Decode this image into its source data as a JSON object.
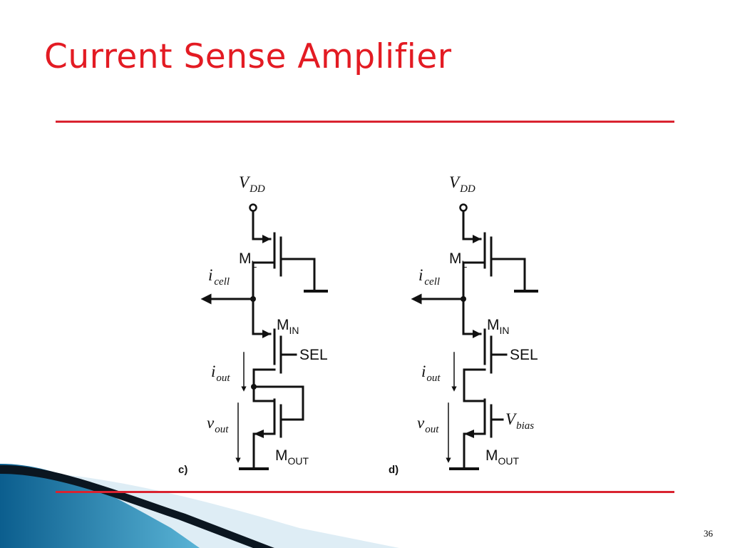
{
  "slide": {
    "title": "Current Sense Amplifier",
    "page_number": "36",
    "colors": {
      "title": "#E31B23",
      "rule": "#D92330",
      "wave_dark": "#0B5E8E",
      "wave_light": "#5AB4D6"
    }
  },
  "circuit_c": {
    "label": "c)",
    "vdd": {
      "main": "V",
      "sub": "DD"
    },
    "ml": {
      "main": "M",
      "sub": "L"
    },
    "icell": {
      "main": "i",
      "sub": "cell"
    },
    "min": {
      "main": "M",
      "sub": "IN"
    },
    "sel": "SEL",
    "iout": {
      "main": "i",
      "sub": "out"
    },
    "vout": {
      "main": "v",
      "sub": "out"
    },
    "mout": {
      "main": "M",
      "sub": "OUT"
    }
  },
  "circuit_d": {
    "label": "d)",
    "vdd": {
      "main": "V",
      "sub": "DD"
    },
    "ml": {
      "main": "M",
      "sub": "L"
    },
    "icell": {
      "main": "i",
      "sub": "cell"
    },
    "min": {
      "main": "M",
      "sub": "IN"
    },
    "sel": "SEL",
    "iout": {
      "main": "i",
      "sub": "out"
    },
    "vout": {
      "main": "v",
      "sub": "out"
    },
    "vbias": {
      "main": "V",
      "sub": "bias"
    },
    "mout": {
      "main": "M",
      "sub": "OUT"
    }
  }
}
